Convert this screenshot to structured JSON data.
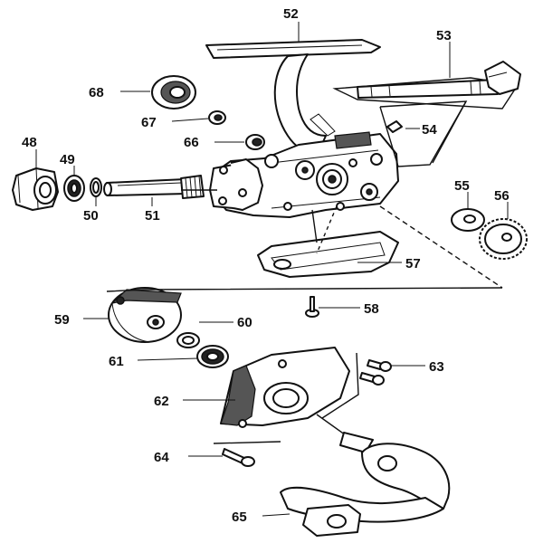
{
  "callouts": [
    {
      "id": "48",
      "text": "48"
    },
    {
      "id": "49",
      "text": "49"
    },
    {
      "id": "50",
      "text": "50"
    },
    {
      "id": "51",
      "text": "51"
    },
    {
      "id": "52",
      "text": "52"
    },
    {
      "id": "53",
      "text": "53"
    },
    {
      "id": "54",
      "text": "54"
    },
    {
      "id": "55",
      "text": "55"
    },
    {
      "id": "56",
      "text": "56"
    },
    {
      "id": "57",
      "text": "57"
    },
    {
      "id": "58",
      "text": "58"
    },
    {
      "id": "59",
      "text": "59"
    },
    {
      "id": "60",
      "text": "60"
    },
    {
      "id": "61",
      "text": "61"
    },
    {
      "id": "62",
      "text": "62"
    },
    {
      "id": "63",
      "text": "63"
    },
    {
      "id": "64",
      "text": "64"
    },
    {
      "id": "65",
      "text": "65"
    },
    {
      "id": "66",
      "text": "66"
    },
    {
      "id": "67",
      "text": "67"
    },
    {
      "id": "68",
      "text": "68"
    }
  ]
}
